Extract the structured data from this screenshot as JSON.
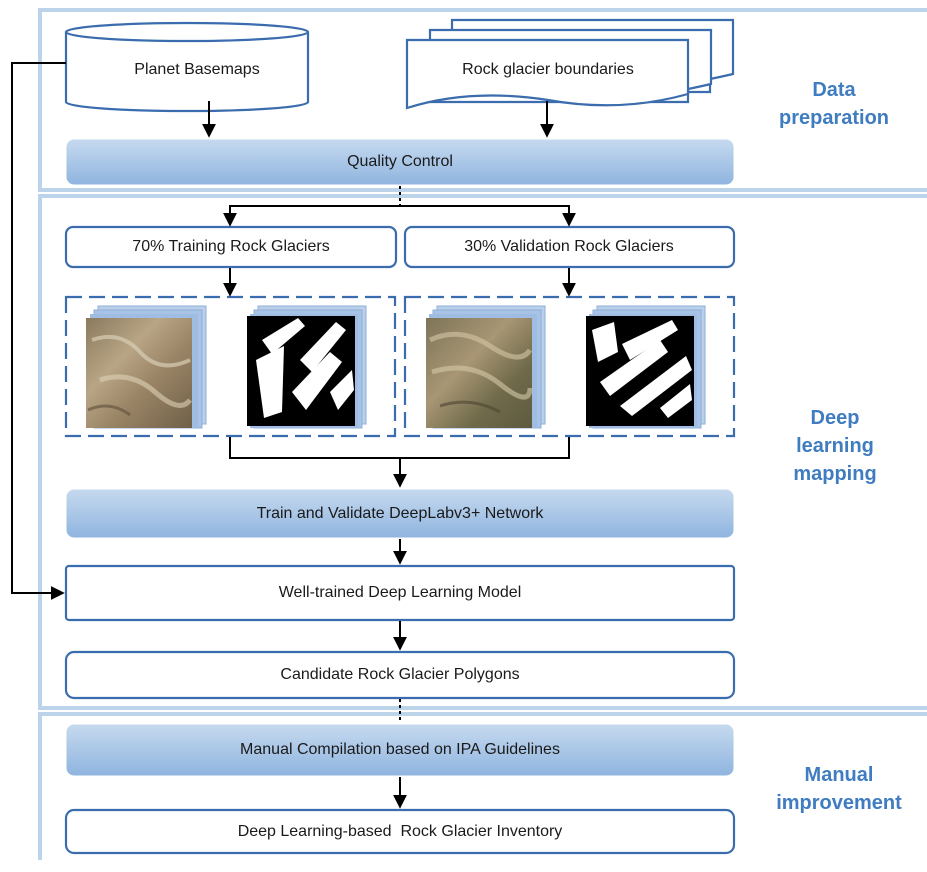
{
  "sections": {
    "data_preparation": [
      "Data",
      "preparation"
    ],
    "deep_learning_mapping": [
      "Deep",
      "learning",
      "mapping"
    ],
    "manual_improvement": [
      "Manual",
      "improvement"
    ]
  },
  "nodes": {
    "planet_basemaps": "Planet Basemaps",
    "rock_glacier_boundaries": "Rock glacier boundaries",
    "quality_control": "Quality Control",
    "training": "70% Training Rock Glaciers",
    "validation": "30% Validation Rock Glaciers",
    "train_validate": "Train and Validate DeepLabv3+ Network",
    "well_trained": "Well-trained Deep Learning Model",
    "candidate": "Candidate Rock Glacier Polygons",
    "manual_compilation": "Manual Compilation based on IPA Guidelines",
    "inventory": "Deep Learning-based  Rock Glacier Inventory"
  },
  "colors": {
    "section_border": "#bcd4ea",
    "box_border": "#3a6cae",
    "arrow": "#000000",
    "label_blue": "#3f7cc0",
    "fill_top": "#c6daef",
    "fill_bottom": "#8fb4df",
    "stack_layer": "#a9c4e6"
  }
}
